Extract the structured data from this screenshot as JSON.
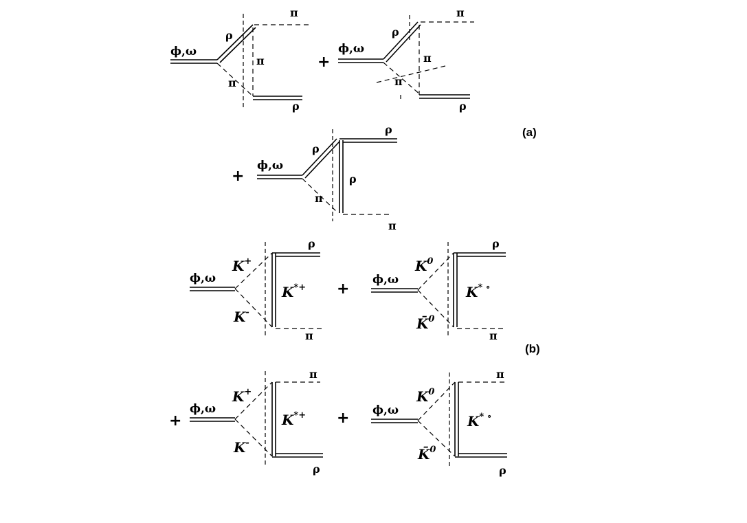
{
  "labels": {
    "phi_omega": "ϕ,ω",
    "rho": "ρ",
    "pi": "π",
    "plus": "+",
    "K": "K",
    "Kbar": "K̄",
    "sup_plus": "+",
    "sup_minus": "-",
    "sup_zero": "0",
    "sup_star_plus": "*+",
    "sup_star_zero": "* ∘",
    "tag_a": "(a)",
    "tag_b": "(b)"
  }
}
